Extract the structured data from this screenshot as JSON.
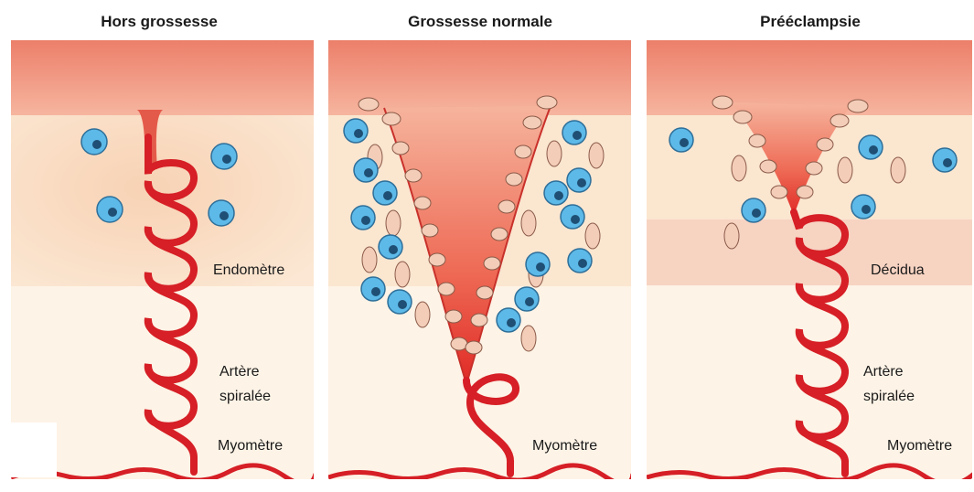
{
  "panels": [
    {
      "title": "Hors grossesse",
      "labels": {
        "tissue": "Endomètre",
        "artery_line1": "Artère",
        "artery_line2": "spiralée",
        "muscle": "Myomètre"
      }
    },
    {
      "title": "Grossesse normale",
      "labels": {
        "muscle": "Myomètre"
      }
    },
    {
      "title": "Prééclampsie",
      "labels": {
        "tissue": "Décidua",
        "artery_line1": "Artère",
        "artery_line2": "spiralée",
        "muscle": "Myomètre"
      }
    }
  ],
  "colors": {
    "artery": "#d61f26",
    "blood_top": "#ef8a78",
    "tissue_light": "#fbe6d0",
    "myometrium": "#fdf3e6",
    "decidua_band": "#f7d3c2",
    "immune_cell": "#5db9e8",
    "trophoblast": "#f3cdb8"
  }
}
